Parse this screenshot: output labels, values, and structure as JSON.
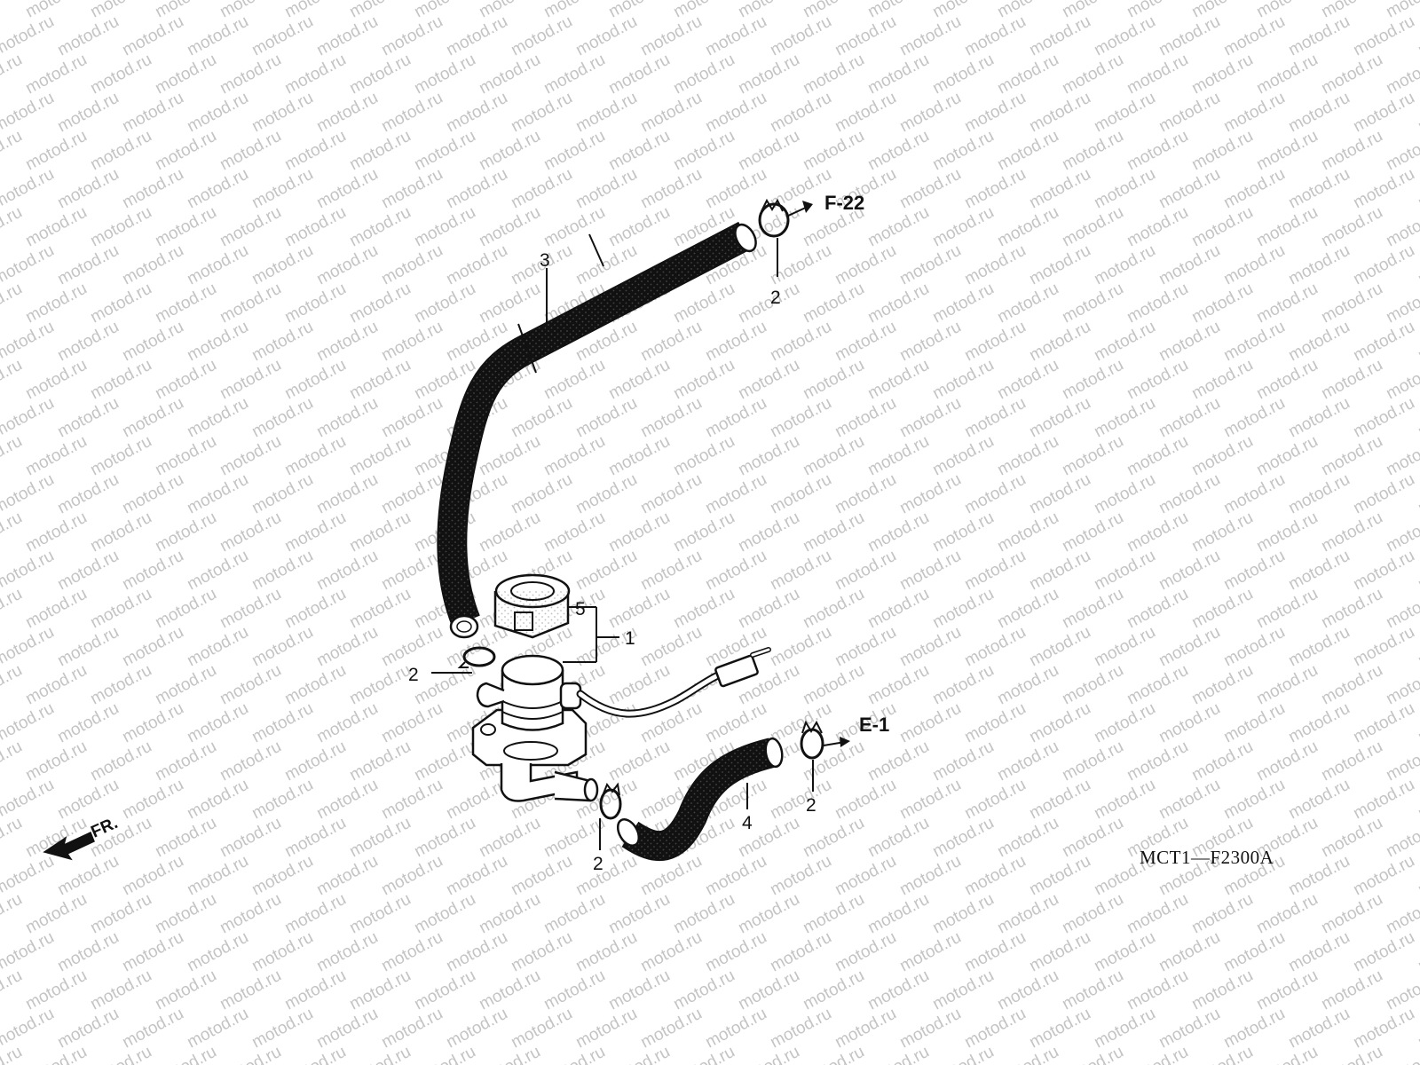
{
  "watermark": {
    "text": "motod.ru",
    "color": "#c4c4c4"
  },
  "diagram_code": "MCT1—F2300A",
  "front_indicator": {
    "label": "FR.",
    "icon": "front-arrow-icon"
  },
  "references": [
    {
      "id": "ref-f22",
      "label": "F-22"
    },
    {
      "id": "ref-e1",
      "label": "E-1"
    }
  ],
  "parts": [
    {
      "id": "part-1",
      "label": "1"
    },
    {
      "id": "part-2a",
      "label": "2"
    },
    {
      "id": "part-2b",
      "label": "2"
    },
    {
      "id": "part-2c",
      "label": "2"
    },
    {
      "id": "part-2d",
      "label": "2"
    },
    {
      "id": "part-3",
      "label": "3"
    },
    {
      "id": "part-4",
      "label": "4"
    },
    {
      "id": "part-5",
      "label": "5"
    }
  ],
  "colors": {
    "line": "#111111",
    "dots": "#444444",
    "background": "#ffffff"
  }
}
